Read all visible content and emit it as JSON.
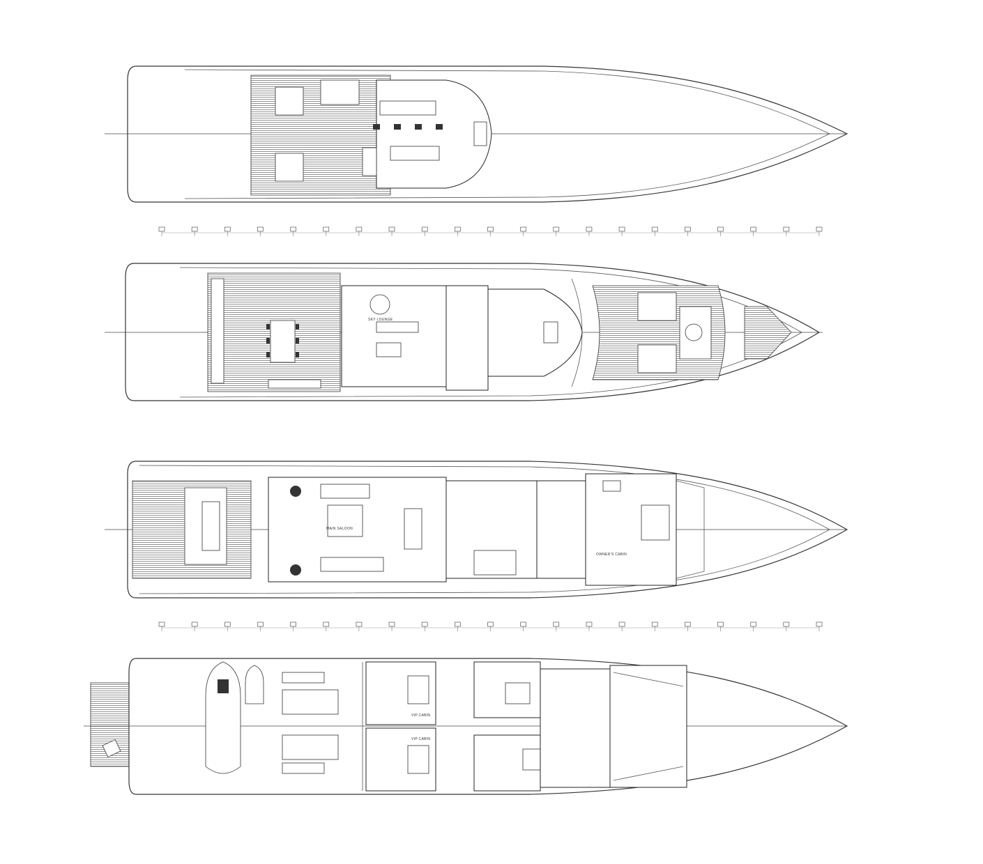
{
  "drawing": {
    "decks": [
      {
        "id": "sun-deck",
        "labels": []
      },
      {
        "id": "bridge-deck",
        "labels": [
          "SKY LOUNGE"
        ]
      },
      {
        "id": "main-deck",
        "labels": [
          "MAIN SALOON",
          "OWNER'S CABIN"
        ]
      },
      {
        "id": "lower-deck",
        "labels": [
          "VIP CABIN",
          "VIP CABIN"
        ]
      }
    ],
    "frame_ruler_count": 21,
    "line_color": "#333333",
    "background": "#ffffff"
  }
}
